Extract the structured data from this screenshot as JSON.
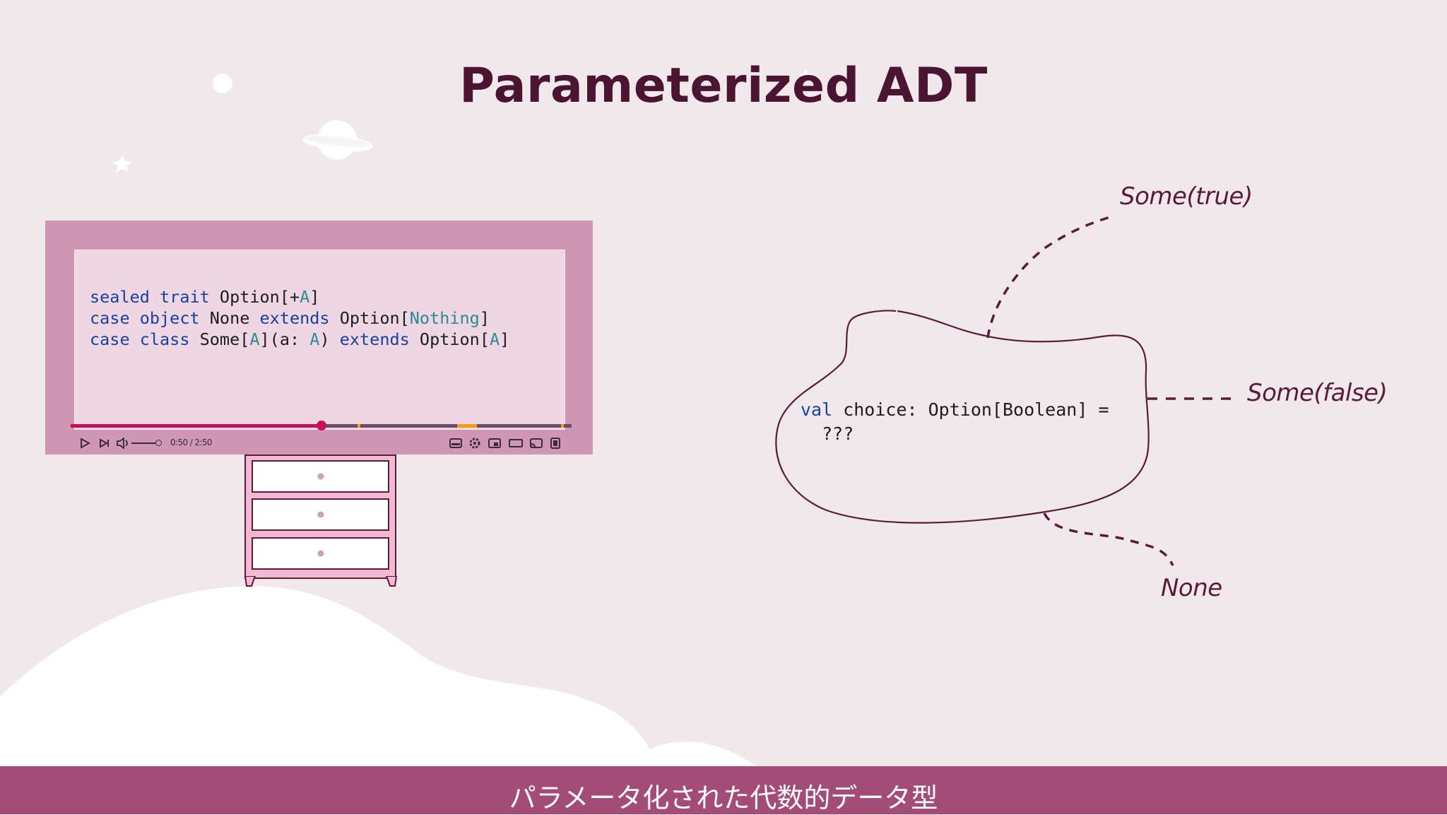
{
  "slide": {
    "title": "Parameterized ADT"
  },
  "video": {
    "code_lines": [
      [
        {
          "t": "sealed trait",
          "c": "kw"
        },
        {
          "t": " Option[+",
          "c": ""
        },
        {
          "t": "A",
          "c": "ty"
        },
        {
          "t": "]",
          "c": ""
        }
      ],
      [
        {
          "t": "case object",
          "c": "kw"
        },
        {
          "t": " None ",
          "c": ""
        },
        {
          "t": "extends",
          "c": "kw"
        },
        {
          "t": " Option[",
          "c": ""
        },
        {
          "t": "Nothing",
          "c": "ty"
        },
        {
          "t": "]",
          "c": ""
        }
      ],
      [
        {
          "t": "case class",
          "c": "kw"
        },
        {
          "t": " Some[",
          "c": ""
        },
        {
          "t": "A",
          "c": "ty"
        },
        {
          "t": "](a: ",
          "c": ""
        },
        {
          "t": "A",
          "c": "ty"
        },
        {
          "t": ") ",
          "c": ""
        },
        {
          "t": "extends",
          "c": "kw"
        },
        {
          "t": " Option[",
          "c": ""
        },
        {
          "t": "A",
          "c": "ty"
        },
        {
          "t": "]",
          "c": ""
        }
      ]
    ],
    "time_display": "0:50 / 2:50",
    "progress_fraction": 0.5,
    "controls": {
      "play_icon": "play-icon",
      "next_icon": "next-icon",
      "volume_icon": "volume-icon",
      "right_icons": [
        "subtitles-icon",
        "settings-icon",
        "miniplayer-icon",
        "theater-icon",
        "cast-icon",
        "fullscreen-icon"
      ]
    },
    "colors": {
      "progress": "#c4105a",
      "frame": "#cf97b4"
    }
  },
  "diagram": {
    "center_code_line1_kw": "val",
    "center_code_line1_rest": " choice: Option[Boolean] =",
    "center_code_line2": "  ???",
    "labels": {
      "some_true": "Some(true)",
      "some_false": "Some(false)",
      "none": "None"
    }
  },
  "subtitle": "パラメータ化された代数的データ型"
}
